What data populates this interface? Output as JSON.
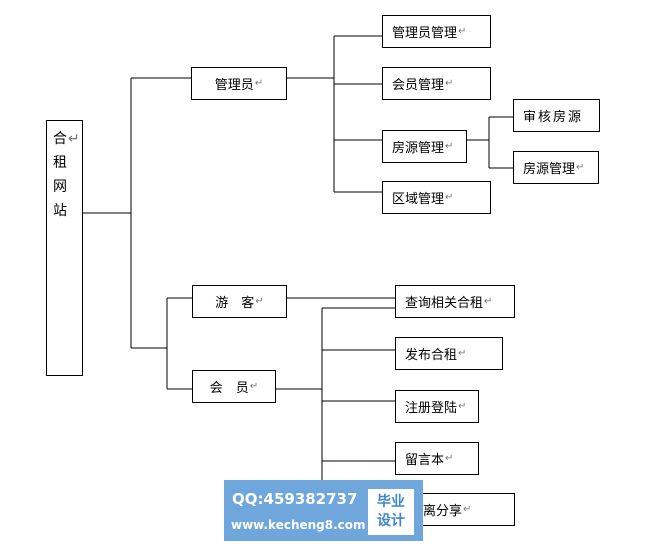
{
  "diagram": {
    "return_mark": "↵",
    "root": {
      "label": "合租网站"
    },
    "level1": {
      "admin": "管理员",
      "visitor": "游　客",
      "member": "会　员"
    },
    "admin_children": {
      "admin_mgmt": "管理员管理",
      "member_mgmt": "会员管理",
      "house_mgmt": "房源管理",
      "area_mgmt": "区域管理"
    },
    "house_children": {
      "review": "审核房源",
      "house_mgmt_sub": "房源管理"
    },
    "member_children": {
      "query": "查询相关合租",
      "publish": "发布合租",
      "register": "注册登陆",
      "guestbook": "留言本",
      "share": "离分享"
    }
  },
  "watermark": {
    "qq": "QQ:459382737",
    "url": "www.kecheng8.com",
    "badge_line1": "毕业",
    "badge_line2": "设计"
  }
}
